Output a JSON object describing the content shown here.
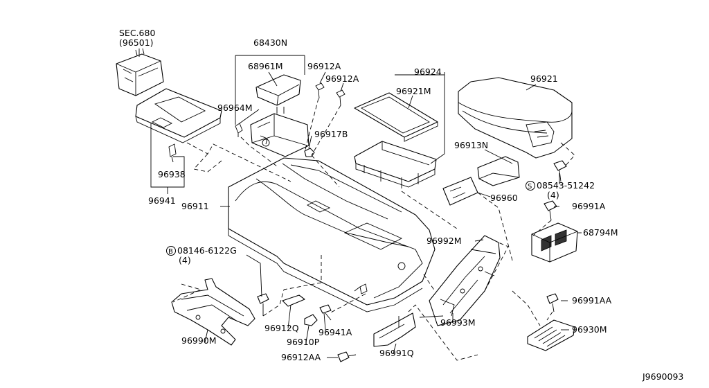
{
  "diagram_id": "J9690093",
  "labels": {
    "sec680": "SEC.680",
    "sec680_sub": "(96501)",
    "p68430N": "68430N",
    "p68961M": "68961M",
    "p96964M": "96964M",
    "p96912A_1": "96912A",
    "p96912A_2": "96912A",
    "p96917B": "96917B",
    "p96924": "96924",
    "p96921M": "96921M",
    "p96921": "96921",
    "p96913N": "96913N",
    "p08543": "08543-51242",
    "p08543_qty": "(4)",
    "p96960": "96960",
    "p96991A": "96991A",
    "p68794M": "68794M",
    "p96992M": "96992M",
    "p96938": "96938",
    "p96941": "96941",
    "p96911": "96911",
    "p08146": "08146-6122G",
    "p08146_qty": "(4)",
    "p96912Q": "96912Q",
    "p96910P": "96910P",
    "p96941A": "96941A",
    "p96993M": "96993M",
    "p96991AA": "96991AA",
    "p96930M": "96930M",
    "p96990M": "96990M",
    "p96912AA": "96912AA",
    "p96991Q": "96991Q"
  },
  "symbols": {
    "s_circle": "S",
    "b_circle": "B"
  }
}
